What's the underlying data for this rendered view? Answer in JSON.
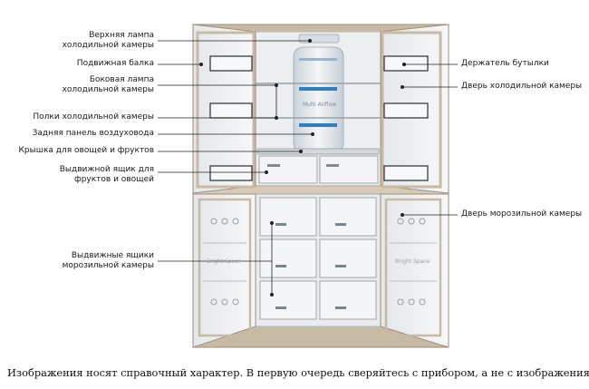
{
  "labels_left": [
    "Верхняя лампа холодильной камеры",
    "Подвижная балка",
    "Боковая лампа холодильной камеры",
    "Полки холодильной камеры",
    "Задняя панель воздуховода",
    "Крышка для овощей и фруктов",
    "Выдвижной ящик для фруктов и овощей",
    "Выдвижные ящики морозильной камеры"
  ],
  "labels_right": [
    "Держатель бутылки",
    "Дверь холодильной камеры",
    "Дверь морозильной камеры"
  ],
  "panel_texts": [
    "Multi Airflow",
    "Bright Space",
    "Bright Space"
  ],
  "caption": "Изображения носят справочный характер. В первую очередь сверяйтесь с прибором, а не с изображениями",
  "colors": {
    "frame": "#b8a890",
    "interior": "#eef0f1",
    "leader": "#222222"
  }
}
